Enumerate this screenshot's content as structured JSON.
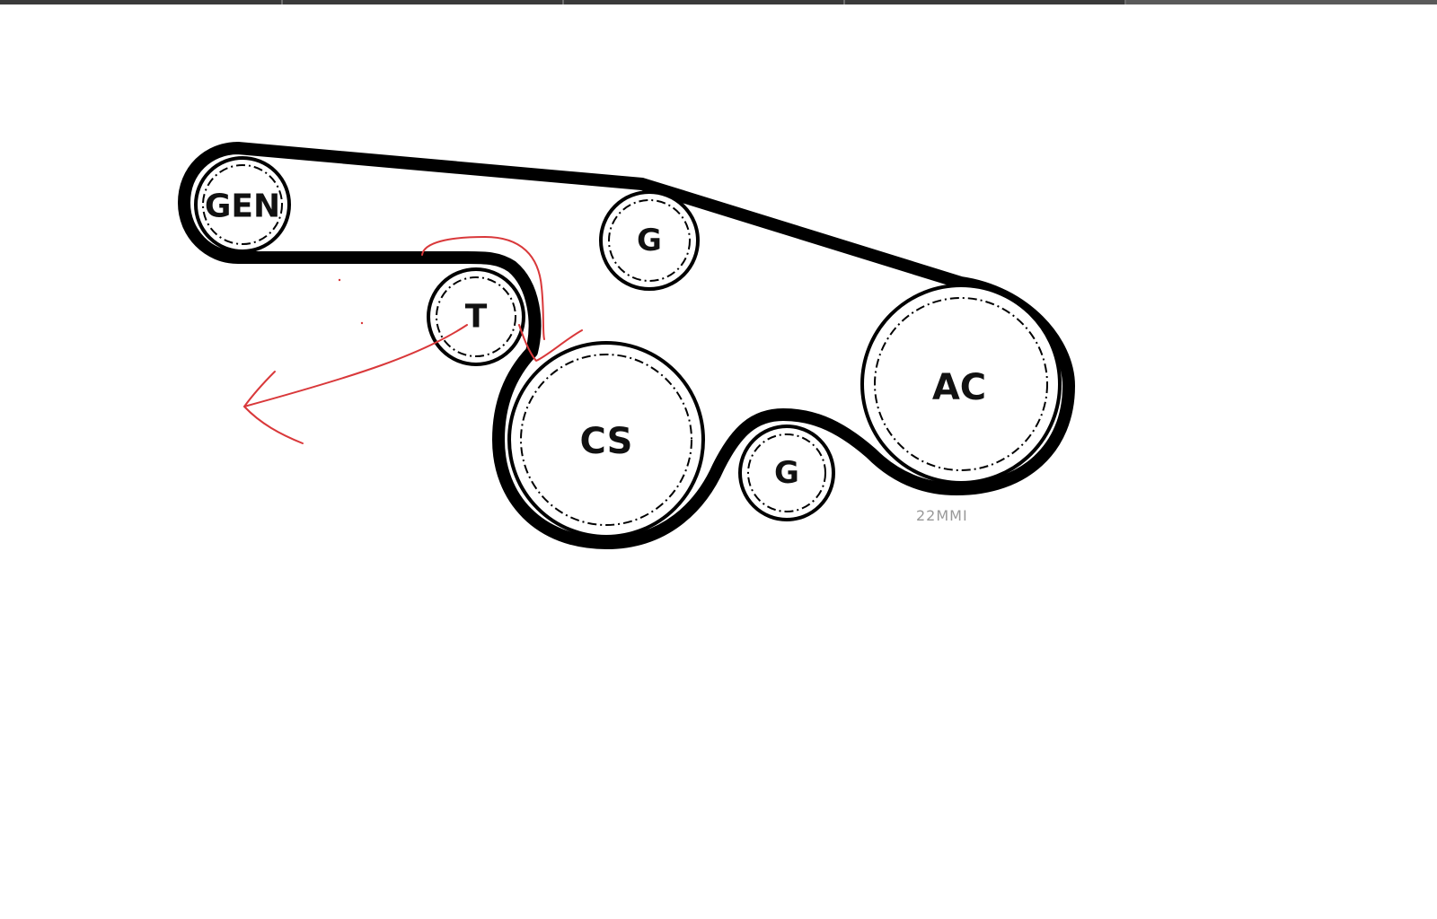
{
  "diagram": {
    "pulleys": [
      {
        "id": "gen",
        "label": "GEN"
      },
      {
        "id": "idler-top",
        "label": "G"
      },
      {
        "id": "tensioner",
        "label": "T"
      },
      {
        "id": "crankshaft",
        "label": "CS"
      },
      {
        "id": "idler-bottom",
        "label": "G"
      },
      {
        "id": "ac",
        "label": "AC"
      }
    ],
    "part_code": "22MMI",
    "belt_color": "#000000",
    "annotation_color": "#d9383a"
  }
}
